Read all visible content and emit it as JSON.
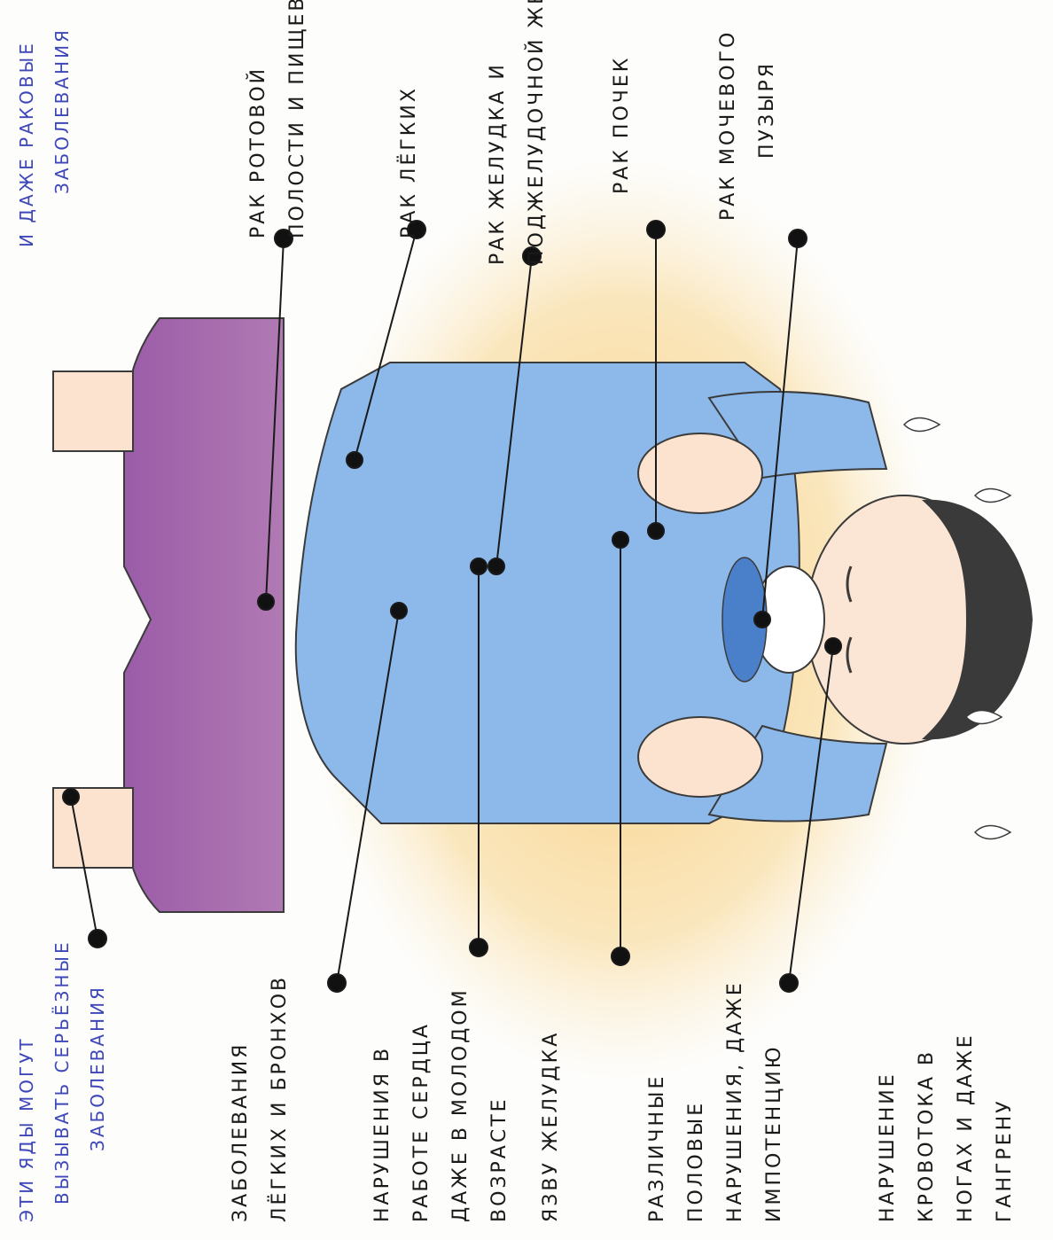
{
  "header": {
    "left_caption_line1": "Эти яды могут",
    "left_caption_line2": "вызывать серьёзные",
    "left_caption_line3": "заболевания",
    "right_caption_line1": "И даже раковые",
    "right_caption_line2": "заболевания"
  },
  "left_labels": [
    {
      "line1": "Заболевания",
      "line2": "лёгких и бронхов"
    },
    {
      "line1": "Нарушения в",
      "line2": "работе сердца",
      "line3": "даже в молодом",
      "line4": "возрасте"
    },
    {
      "line1": "Язву желудка"
    },
    {
      "line1": "Различные",
      "line2": "половые",
      "line3": "нарушения, даже",
      "line4": "импотенцию"
    },
    {
      "line1": "Нарушение",
      "line2": "кровотока в",
      "line3": "ногах и даже",
      "line4": "гангрену"
    }
  ],
  "right_labels": [
    {
      "line1": "Рак ротовой",
      "line2": "полости и пищевода"
    },
    {
      "line1": "Рак лёгких"
    },
    {
      "line1": "Рак желудка и",
      "line2": "поджелудочной железы"
    },
    {
      "line1": "Рак почек"
    },
    {
      "line1": "Рак мочевого",
      "line2": "пузыря"
    }
  ],
  "colors": {
    "caption_blue": "#3d47b8",
    "text_dark": "#1a1a1a",
    "shirt_blue": "#7fb2e6",
    "shorts_purple": "#8a4f9a",
    "glow_orange": "#f5c46a",
    "hair_dark": "#2a2a2a"
  }
}
